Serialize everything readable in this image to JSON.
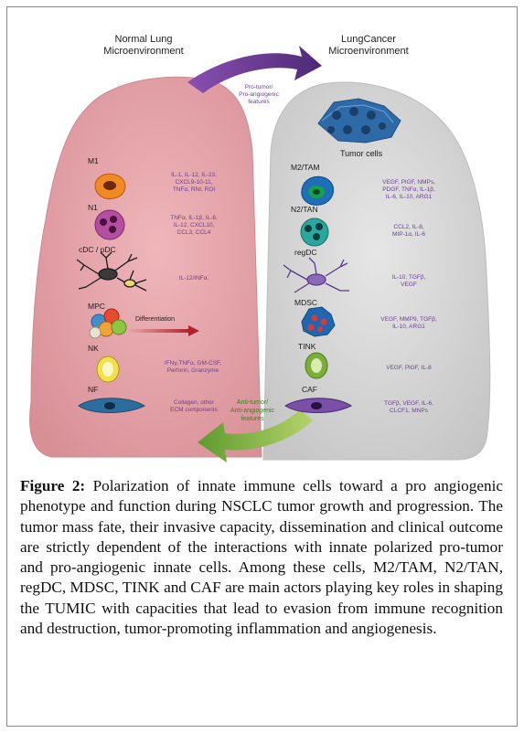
{
  "headings": {
    "normal_line1": "Normal Lung",
    "normal_line2": "Microenvironment",
    "cancer_line1": "LungCancer",
    "cancer_line2": "Microenvironment"
  },
  "arrows": {
    "pro_tumor": [
      "Pro-tumor/",
      "Pro-angiogenic",
      "features"
    ],
    "anti_tumor": [
      "Anti-tumor/",
      "Anti-angiogenic",
      "features"
    ]
  },
  "tumor_label": "Tumor  cells",
  "left_cells": [
    {
      "name": "M1",
      "factors": [
        "IL-1, IL-12, IL-23,",
        "CXCL9-10-11,",
        "TNFα, RNI, ROI"
      ]
    },
    {
      "name": "N1",
      "factors": [
        "TNFα, IL-1β, IL-8,",
        "IL-12, CXCL10,",
        "CCL3, CCL4"
      ]
    },
    {
      "name": "cDC / pDC",
      "factors": [
        "IL-12/INFα,"
      ]
    },
    {
      "name": "MPC",
      "factors": []
    },
    {
      "name": "NK",
      "factors": [
        "IFNγ,TNFα, GM-CSF,",
        "Perforin, Granzyme"
      ]
    },
    {
      "name": "NF",
      "factors": [
        "Collagen, other",
        "ECM components"
      ]
    }
  ],
  "differentiation": "Differentiation",
  "right_cells": [
    {
      "name": "M2/TAM",
      "factors": [
        "VEGF, PlGF, NMPs,",
        "PDGF, TNFα, IL-1β,",
        "IL-6, IL-10, ARG1"
      ]
    },
    {
      "name": "N2/TAN",
      "factors": [
        "CCL2, IL-8,",
        "MIP-1α, IL-6"
      ]
    },
    {
      "name": "regDC",
      "factors": [
        "IL-10, TGFβ,",
        "VEGF"
      ]
    },
    {
      "name": "MDSC",
      "factors": [
        "VEGF, MMP9, TGFβ,",
        "IL-10, ARG1"
      ]
    },
    {
      "name": "TINK",
      "factors": [
        "VEGF, PlGF, IL-8"
      ]
    },
    {
      "name": "CAF",
      "factors": [
        "TGFβ, VEGF, IL-6,",
        "CLCF1, MNPs"
      ]
    }
  ],
  "caption": {
    "label": "Figure 2:",
    "text": " Polarization of innate immune cells toward a pro angiogenic phenotype and function during NSCLC tumor growth and progression. The tumor mass fate, their invasive capacity, dissemination and clinical outcome are strictly dependent of the interactions with innate polarized pro-tumor and pro-angiogenic innate cells. Among these cells, M2/TAM, N2/TAN, regDC, MDSC, TINK and CAF are main actors playing key roles in shaping the TUMIC with capacities that lead to evasion from immune recognition and destruction, tumor-promoting inflammation and angiogenesis."
  },
  "colors": {
    "normal_lung": "#e4a3a8",
    "cancer_lung": "#d6d6d6",
    "pro_arrow": "#6a3c8c",
    "anti_arrow": "#7cae3a",
    "factor_text": "#6b3f8f"
  }
}
